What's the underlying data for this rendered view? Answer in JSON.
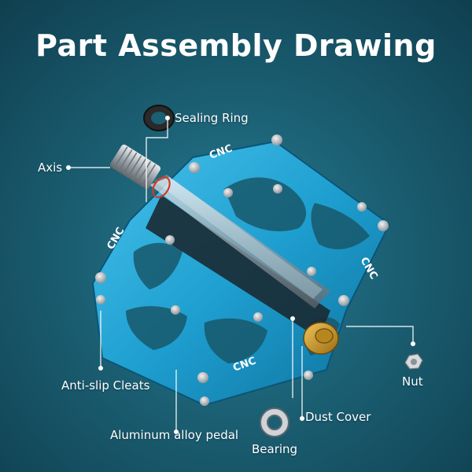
{
  "title": "Part Assembly Drawing",
  "labels": {
    "sealing_ring": "Sealing Ring",
    "axis": "Axis",
    "anti_slip_cleats": "Anti-slip Cleats",
    "aluminum_alloy_pedal": "Aluminum alloy pedal",
    "bearing": "Bearing",
    "dust_cover": "Dust Cover",
    "nut": "Nut"
  },
  "pedal_text": [
    "CNC",
    "CNC",
    "CNC",
    "CNC"
  ],
  "colors": {
    "background": "#1b5f73",
    "pedal": "#1e9fd0",
    "dust_cover": "#c89a2c",
    "axle_silver": "#c7ccd1",
    "label": "#ffffff"
  }
}
